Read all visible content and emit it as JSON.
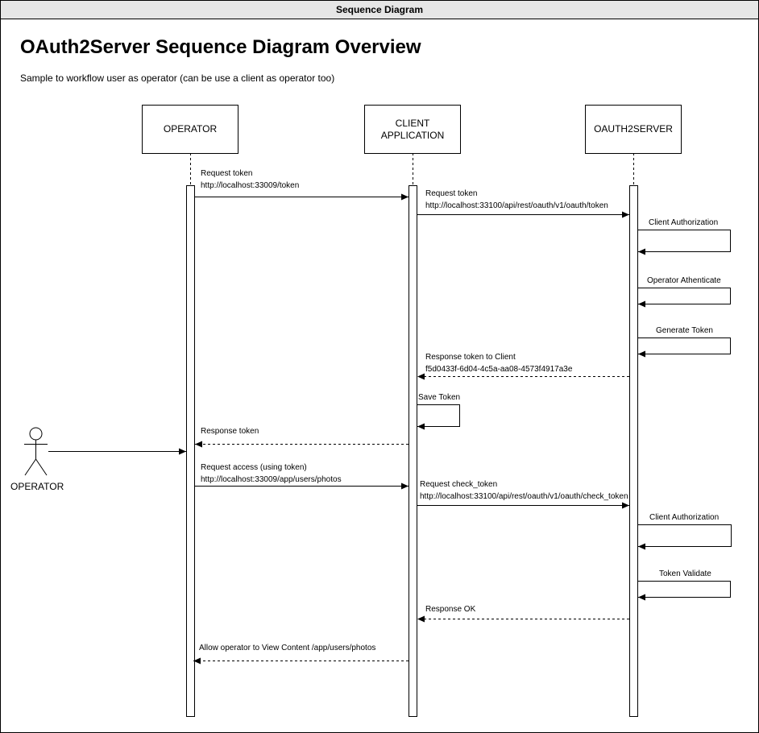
{
  "window": {
    "title": "Sequence Diagram"
  },
  "header": {
    "title": "OAuth2Server Sequence Diagram Overview",
    "subtitle": "Sample to workflow user as operator (can be use a client as operator too)"
  },
  "participants": {
    "operator": "OPERATOR",
    "client_line1": "CLIENT",
    "client_line2": "APPLICATION",
    "server": "OAUTH2SERVER"
  },
  "actor": {
    "label": "OPERATOR"
  },
  "messages": {
    "m1_line1": "Request token",
    "m1_line2": "http://localhost:33009/token",
    "m2_line1": "Request token",
    "m2_line2": "http://localhost:33100/api/rest/oauth/v1/oauth/token",
    "m3": "Client Authorization",
    "m4": "Operator Athenticate",
    "m5": "Generate Token",
    "m6_line1": "Response token to Client",
    "m6_line2": "f5d0433f-6d04-4c5a-aa08-4573f4917a3e",
    "m7": "Save Token",
    "m8": "Response token",
    "m9_line1": "Request access (using token)",
    "m9_line2": "http://localhost:33009/app/users/photos",
    "m10_line1": "Request check_token",
    "m10_line2": "http://localhost:33100/api/rest/oauth/v1/oauth/check_token",
    "m11": "Client Authorization",
    "m12": "Token Validate",
    "m13": "Response OK",
    "m14": "Allow operator to View Content /app/users/photos"
  }
}
